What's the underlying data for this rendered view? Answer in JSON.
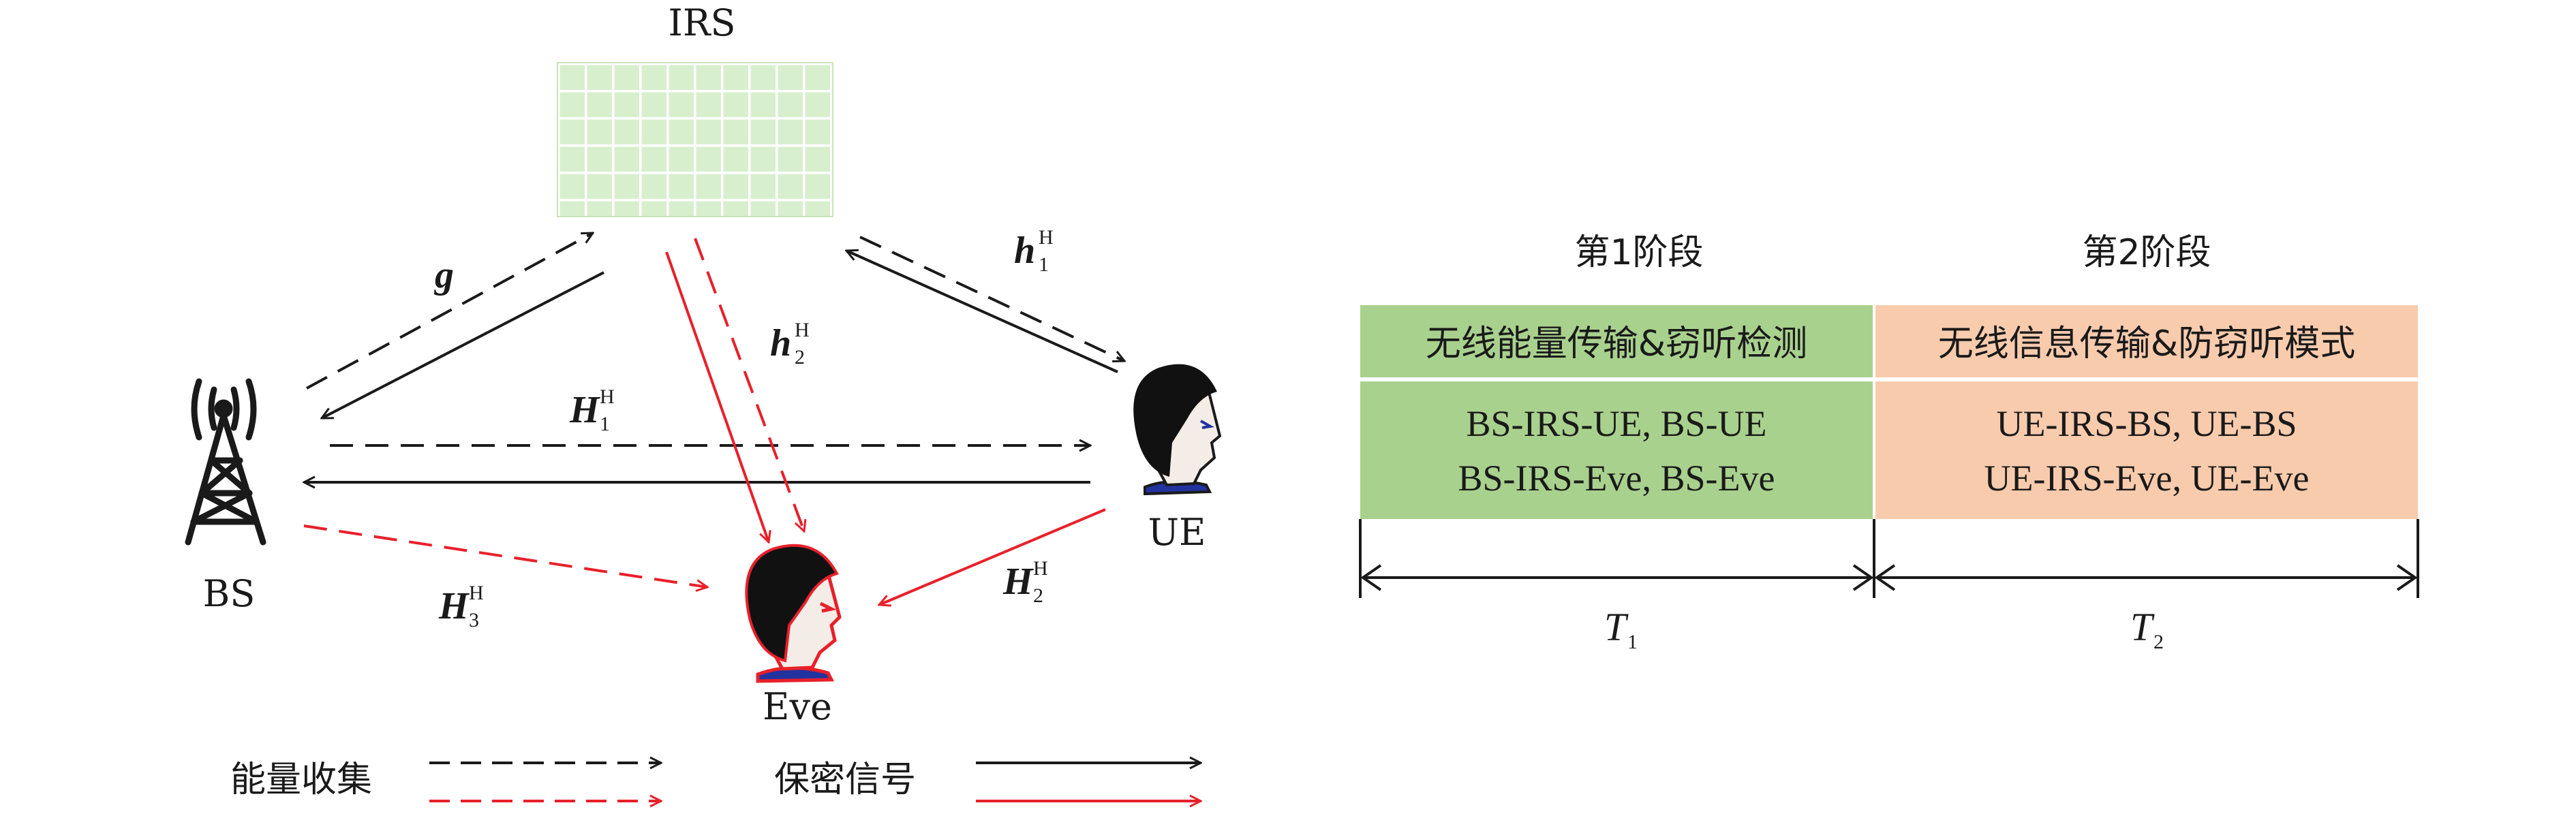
{
  "nodes": {
    "irs": "IRS",
    "bs": "BS",
    "ue": "UE",
    "eve": "Eve"
  },
  "channels": {
    "g": "g",
    "h1": {
      "base": "h",
      "sup": "H",
      "sub": "1"
    },
    "h2": {
      "base": "h",
      "sup": "H",
      "sub": "2"
    },
    "H1": {
      "base": "H",
      "sup": "H",
      "sub": "1"
    },
    "H2": {
      "base": "H",
      "sup": "H",
      "sub": "2"
    },
    "H3": {
      "base": "H",
      "sup": "H",
      "sub": "3"
    }
  },
  "legend": {
    "energy_harvest": "能量收集",
    "confidential_signal": "保密信号"
  },
  "phases": {
    "phase1": {
      "title": "第1阶段",
      "header": "无线能量传输&窃听检测",
      "links_line1": "BS-IRS-UE, BS-UE",
      "links_line2": "BS-IRS-Eve, BS-Eve",
      "duration": {
        "base": "T",
        "sub": "1"
      }
    },
    "phase2": {
      "title": "第2阶段",
      "header": "无线信息传输&防窃听模式",
      "links_line1": "UE-IRS-BS, UE-BS",
      "links_line2": "UE-IRS-Eve, UE-Eve",
      "duration": {
        "base": "T",
        "sub": "2"
      }
    }
  },
  "colors": {
    "black": "#1a1a1a",
    "red": "#e8202a",
    "irs_fill": "#d8efcd",
    "irs_grid": "#ffffff",
    "phase1_fill": "#a9d18e",
    "phase2_fill": "#f8cbad",
    "eve_outline": "#e8202a",
    "shirt_blue": "#2233a0"
  }
}
